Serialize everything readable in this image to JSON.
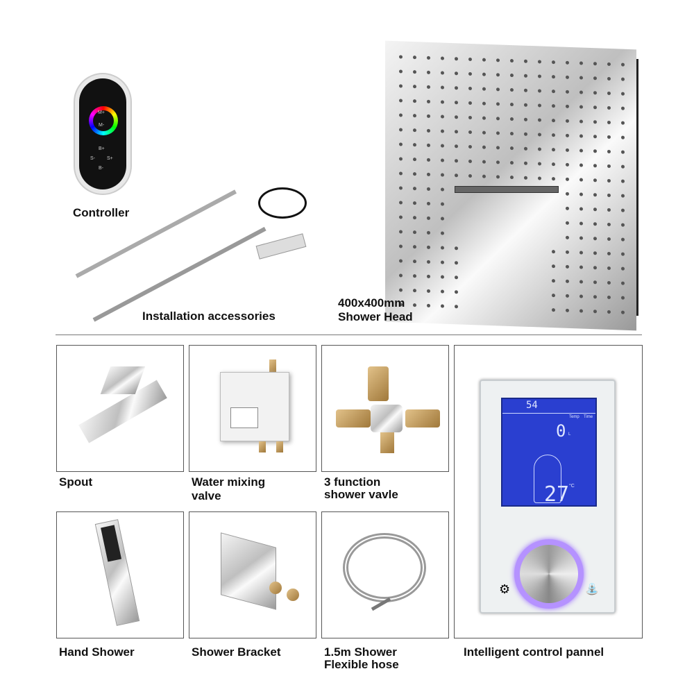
{
  "labels": {
    "controller": "Controller",
    "accessories": "Installation accessories",
    "shower_head_size": "400x400mm",
    "shower_head": "Shower  Head",
    "spout": "Spout",
    "mixing_valve_1": "Water mixing",
    "mixing_valve_2": "valve",
    "function_valve_1": "3 function",
    "function_valve_2": "shower vavle",
    "hand_shower": "Hand Shower",
    "bracket": "Shower  Bracket",
    "hose_1": "1.5m Shower",
    "hose_2": "Flexible hose",
    "panel": "Intelligent control pannel"
  },
  "remote": {
    "buttons": [
      "M+",
      "M-",
      "B+",
      "S-",
      "S+",
      "B-"
    ]
  },
  "panel_screen": {
    "time": "54",
    "flow": "0",
    "flow_unit": "L",
    "temp": "27",
    "temp_unit": "°C",
    "col_temp": "Temp",
    "col_time": "Time"
  },
  "colors": {
    "screen": "#2a3fd0",
    "knob_glow": "#9b6cff"
  }
}
